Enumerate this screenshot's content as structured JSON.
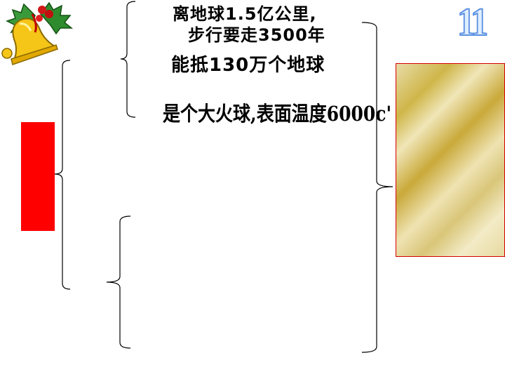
{
  "slide": {
    "page_number": "11",
    "sun_facts": {
      "distance_line1": "离地球1.5亿公里,",
      "distance_line2": "步行要走3500年",
      "size": "能抵130万个地球",
      "temperature": "是个大火球,表面温度6000c'"
    }
  },
  "decorations": {
    "bell_icon": "christmas-bell-icon",
    "red_box_color": "#ff0000",
    "gold_box_color": "#d4bb5a"
  }
}
